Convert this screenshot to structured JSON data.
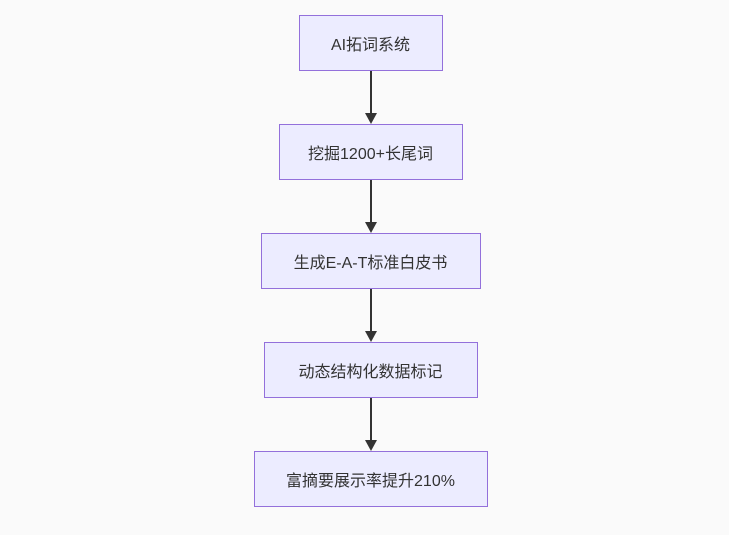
{
  "page": {
    "background_color": "#fafafa"
  },
  "flowchart": {
    "type": "vertical-flowchart",
    "style": {
      "node_fill": "#ECECFF",
      "node_border": "#9370DB",
      "node_text_color": "#333333",
      "arrow_color": "#333333"
    },
    "nodes": [
      {
        "id": "node-1",
        "label": "AI拓词系统"
      },
      {
        "id": "node-2",
        "label": "挖掘1200+长尾词"
      },
      {
        "id": "node-3",
        "label": "生成E-A-T标准白皮书"
      },
      {
        "id": "node-4",
        "label": "动态结构化数据标记"
      },
      {
        "id": "node-5",
        "label": "富摘要展示率提升210%"
      }
    ],
    "edges": [
      {
        "from": "node-1",
        "to": "node-2"
      },
      {
        "from": "node-2",
        "to": "node-3"
      },
      {
        "from": "node-3",
        "to": "node-4"
      },
      {
        "from": "node-4",
        "to": "node-5"
      }
    ]
  }
}
